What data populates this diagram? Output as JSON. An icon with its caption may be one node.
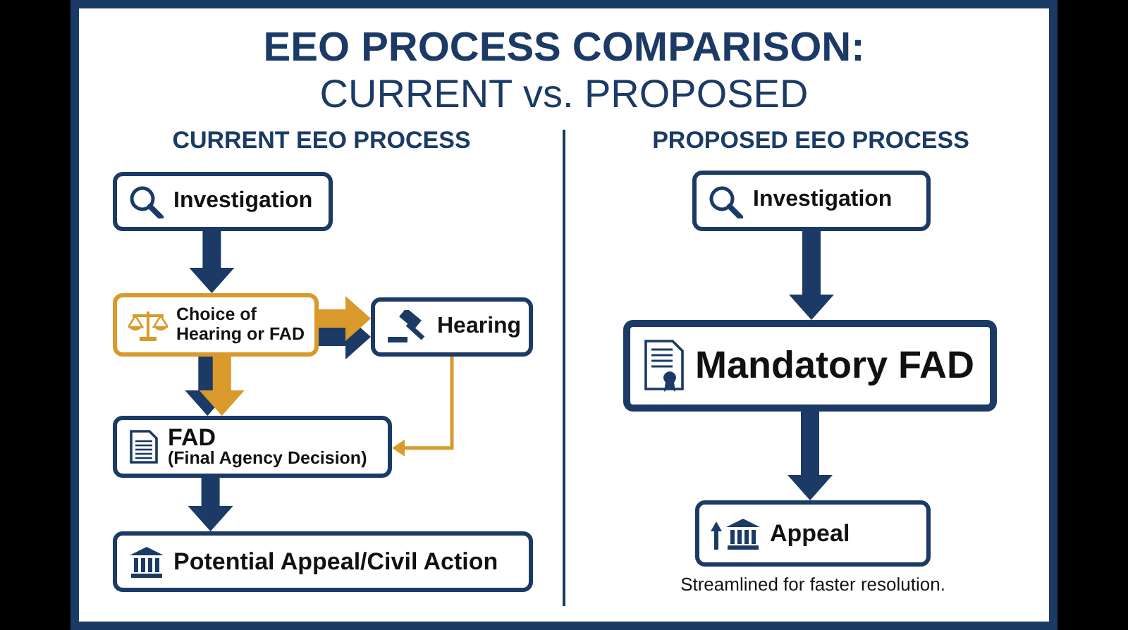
{
  "diagram": {
    "title": "EEO PROCESS COMPARISON:",
    "nodes": [
      {
        "text": [
          "Investigation"
        ]
      },
      {
        "text": [
          "Choice of Hearing or FAD"
        ]
      },
      {
        "text": [
          "Hearing"
        ]
      },
      {
        "text": [
          "FAD",
          "(Final Agency Decision)"
        ]
      },
      {
        "text": [
          "Potential Appeal/Civil Action"
        ]
      },
      {
        "text": [
          "Investigation"
        ]
      },
      {
        "text": [
          "Mandatory FAD"
        ]
      },
      {
        "text": [
          "Appeal"
        ],
        "beside": [
          "Streamlined for faster resolution."
        ]
      }
    ],
    "edges": [
      {
        "from": 0,
        "to": 1,
        "arrow": "to"
      },
      {
        "from": 1,
        "to": 2,
        "arrow": "to"
      },
      {
        "from": 1,
        "to": 2,
        "arrow": "to",
        "color": "#d99a2b"
      },
      {
        "from": 1,
        "to": 3,
        "arrow": "to"
      },
      {
        "from": 1,
        "to": 3,
        "arrow": "to",
        "color": "#d99a2b"
      },
      {
        "from": 2,
        "to": 3,
        "arrow": "to",
        "color": "#d99a2b"
      },
      {
        "from": 3,
        "to": 4,
        "arrow": "to"
      },
      {
        "from": 5,
        "to": 6,
        "arrow": "to"
      },
      {
        "from": 6,
        "to": 7,
        "arrow": "to"
      }
    ],
    "labels": [
      "CURRENT vs. PROPOSED",
      "CURRENT EEO PROCESS",
      "PROPOSED EEO PROCESS"
    ]
  }
}
